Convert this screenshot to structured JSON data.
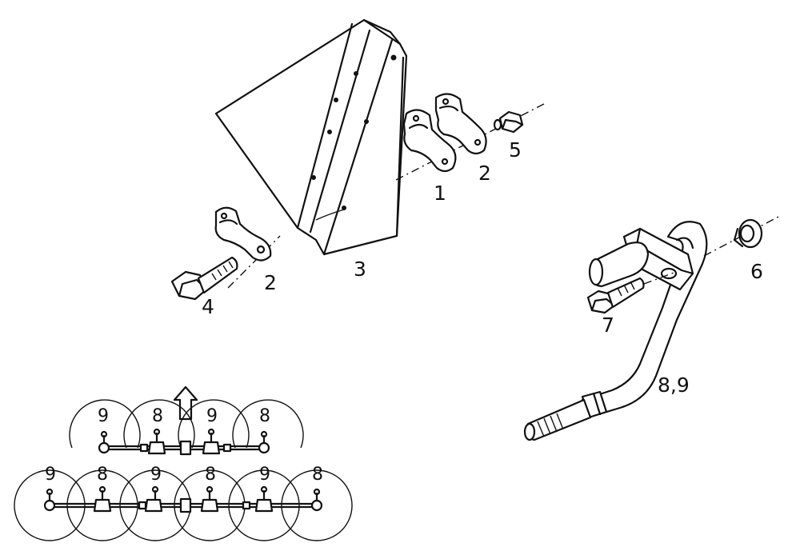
{
  "callouts": {
    "part1": "1",
    "part2_upper": "2",
    "part2_lower": "2",
    "part3": "3",
    "part4": "4",
    "part5": "5",
    "part6": "6",
    "part7": "7",
    "part8_9": "8,9"
  },
  "layout_labels": {
    "front_row": [
      "9",
      "8",
      "9",
      "8"
    ],
    "rear_row": [
      "9",
      "8",
      "9",
      "8",
      "9",
      "8"
    ]
  },
  "icons": {
    "direction": "up-arrow-icon"
  },
  "colors": {
    "ink": "#111111",
    "paper": "#ffffff"
  }
}
